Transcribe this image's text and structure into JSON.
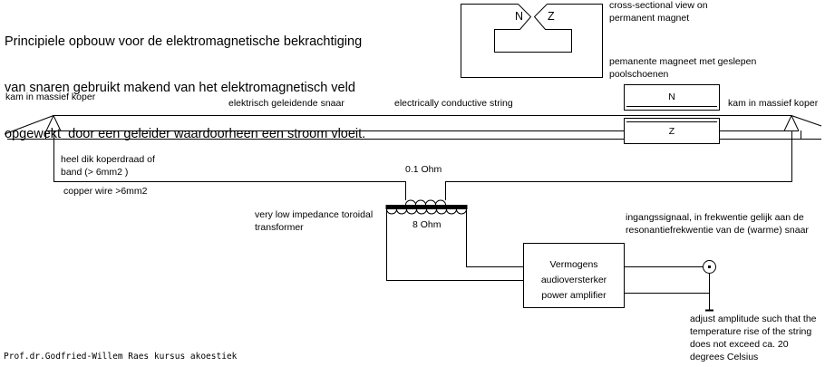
{
  "title": {
    "lines": [
      "Principiele opbouw voor de elektromagnetische bekrachtiging",
      "van snaren gebruikt makend van het elektromagnetisch veld",
      "opgewekt  door een geleider waardoorheen een stroom vloeit."
    ]
  },
  "cross_section": {
    "pole_n": "N",
    "pole_z": "Z",
    "caption_lines": [
      "cross-sectional view on",
      "permanent magnet"
    ],
    "magnet_caption_lines": [
      "pemanente magneet met geslepen",
      "poolschoenen"
    ]
  },
  "string": {
    "left_comb_label": "kam in massief koper",
    "right_comb_label": "kam in massief koper",
    "label_nl": "elektrisch geleidende snaar",
    "label_en": "electrically conductive string",
    "magnet_n": "N",
    "magnet_z": "Z"
  },
  "wire": {
    "label_nl_lines": [
      "heel dik koperdraad of",
      "band (> 6mm2 )"
    ],
    "label_en": "copper wire >6mm2"
  },
  "transformer": {
    "primary_label": "0.1 Ohm",
    "secondary_label": "8 Ohm",
    "description_lines": [
      "very low impedance toroidal",
      "transformer"
    ]
  },
  "amplifier": {
    "label_lines": [
      "Vermogens",
      "audioversterker",
      "power amplifier"
    ]
  },
  "input": {
    "description_lines": [
      "ingangssignaal, in frekwentie gelijk aan de",
      "resonantiefrekwentie van de (warme) snaar"
    ],
    "note_lines": [
      "adjust amplitude such that the",
      "temperature rise of the string",
      "does not exceed ca. 20",
      "degrees Celsius"
    ]
  },
  "footer": {
    "credit": "Prof.dr.Godfried-Willem Raes kursus akoestiek"
  }
}
